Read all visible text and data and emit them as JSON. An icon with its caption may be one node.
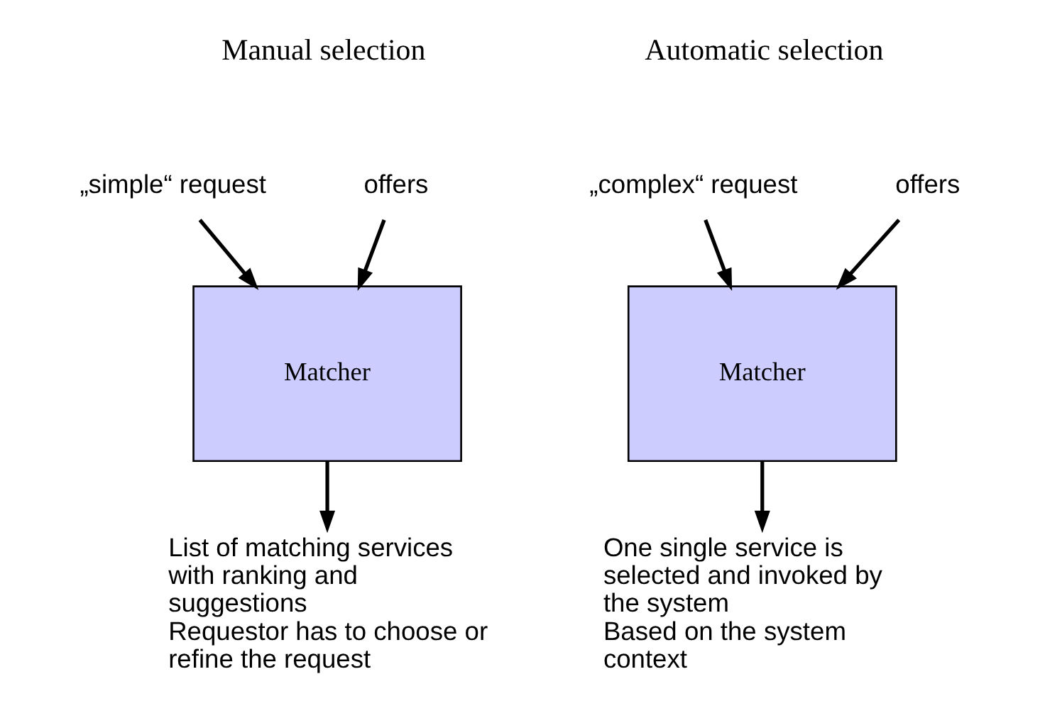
{
  "diagram": {
    "nodes": [
      {
        "text": [
          "„simple“ request"
        ]
      },
      {
        "text": [
          "offers"
        ]
      },
      {
        "text": [
          "Matcher"
        ]
      },
      {
        "text": [
          "List of matching services with ranking and suggestions",
          "Requestor has to choose or refine the request"
        ]
      },
      {
        "text": [
          "„complex“ request"
        ]
      },
      {
        "text": [
          "offers"
        ]
      },
      {
        "text": [
          "Matcher"
        ]
      },
      {
        "text": [
          "One single service is selected and invoked by the system",
          "Based on the system context"
        ]
      }
    ],
    "edges": [
      {
        "from": 0,
        "to": 2,
        "arrow": "to"
      },
      {
        "from": 1,
        "to": 2,
        "arrow": "to"
      },
      {
        "from": 2,
        "to": 3,
        "arrow": "to"
      },
      {
        "from": 4,
        "to": 6,
        "arrow": "to"
      },
      {
        "from": 5,
        "to": 6,
        "arrow": "to"
      },
      {
        "from": 6,
        "to": 7,
        "arrow": "to"
      }
    ],
    "labels": [
      "Manual selection",
      "Automatic selection"
    ]
  }
}
